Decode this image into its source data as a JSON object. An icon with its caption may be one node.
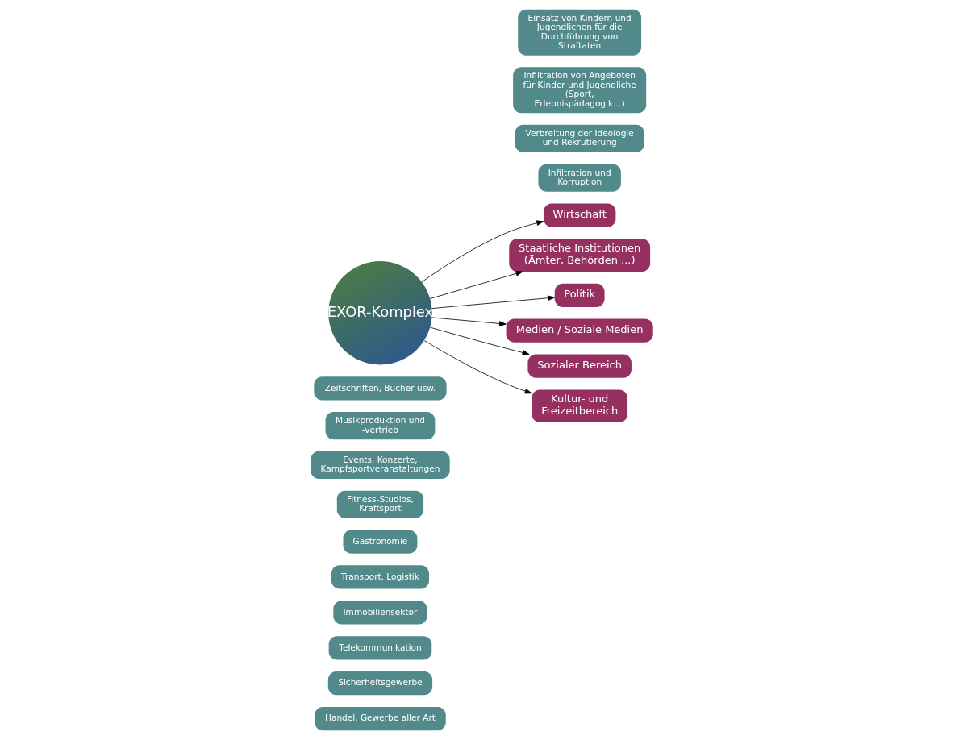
{
  "diagram": {
    "nodes": [
      {
        "text": [
          "Handel, Gewerbe aller Art"
        ]
      },
      {
        "text": [
          "Sicherheitsgewerbe"
        ]
      },
      {
        "text": [
          "Telekommunikation"
        ]
      },
      {
        "text": [
          "Immobiliensektor"
        ]
      },
      {
        "text": [
          "Transport, Logistik"
        ]
      },
      {
        "text": [
          "Gastronomie"
        ]
      },
      {
        "text": [
          "Fitness-Studios, Kraftsport"
        ]
      },
      {
        "text": [
          "Events, Konzerte, Kampfsportveranstaltungen"
        ]
      },
      {
        "text": [
          "Musikproduktion und -vertrieb"
        ]
      },
      {
        "text": [
          "Zeitschriften, Bücher usw."
        ]
      },
      {
        "text": [
          "Wirtschaft"
        ]
      },
      {
        "text": [
          "Staatliche Institutionen (Ämter, Behörden ...)"
        ]
      },
      {
        "text": [
          "Politik"
        ]
      },
      {
        "text": [
          "Infiltration und Korruption"
        ]
      },
      {
        "text": [
          "EXOR-Komplex"
        ]
      },
      {
        "text": [
          "Medien / Soziale Medien"
        ]
      },
      {
        "text": [
          "Verbreitung der Ideologie und Rekrutierung"
        ]
      },
      {
        "text": [
          "Sozialer Bereich"
        ]
      },
      {
        "text": [
          "Infiltration von Angeboten für Kinder und Jugendliche (Sport, Erlebnispädagogik…)"
        ]
      },
      {
        "text": [
          "Einsatz von Kindern und Jugendlichen für die Durchführung von Straftaten"
        ]
      },
      {
        "text": [
          "Kultur- und Freizeitbereich"
        ]
      }
    ],
    "edges": [
      {
        "from": 14,
        "to": 10,
        "arrow": "to"
      },
      {
        "from": 14,
        "to": 11,
        "arrow": "to"
      },
      {
        "from": 14,
        "to": 12,
        "arrow": "to"
      },
      {
        "from": 14,
        "to": 15,
        "arrow": "to"
      },
      {
        "from": 14,
        "to": 17,
        "arrow": "to"
      },
      {
        "from": 14,
        "to": 20,
        "arrow": "to"
      }
    ]
  }
}
